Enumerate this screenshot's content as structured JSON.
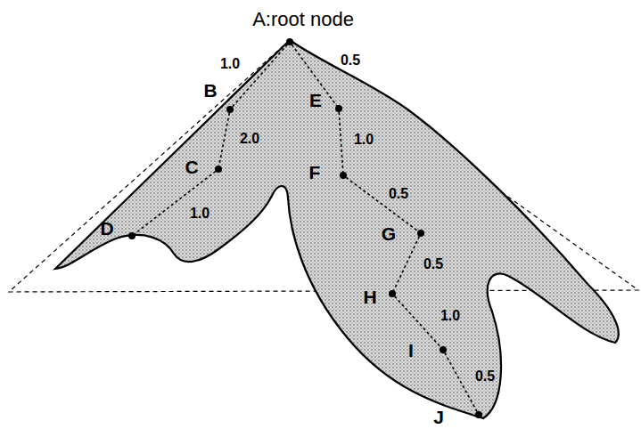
{
  "diagram": {
    "nodes": [
      {
        "text": [
          "A:root node"
        ]
      },
      {
        "text": [
          "B"
        ]
      },
      {
        "text": [
          "C"
        ]
      },
      {
        "text": [
          "D"
        ]
      },
      {
        "text": [
          "E"
        ]
      },
      {
        "text": [
          "F"
        ]
      },
      {
        "text": [
          "G"
        ]
      },
      {
        "text": [
          "H"
        ]
      },
      {
        "text": [
          "I"
        ]
      },
      {
        "text": [
          "J"
        ]
      }
    ],
    "edges": [
      {
        "from": 0,
        "to": 1,
        "label": "1.0",
        "arrow": "none"
      },
      {
        "from": 1,
        "to": 2,
        "label": "2.0",
        "arrow": "none"
      },
      {
        "from": 2,
        "to": 3,
        "label": "1.0",
        "arrow": "none"
      },
      {
        "from": 0,
        "to": 4,
        "label": "0.5",
        "arrow": "none"
      },
      {
        "from": 4,
        "to": 5,
        "label": "1.0",
        "arrow": "none"
      },
      {
        "from": 5,
        "to": 6,
        "label": "0.5",
        "arrow": "none"
      },
      {
        "from": 6,
        "to": 7,
        "label": "0.5",
        "arrow": "none"
      },
      {
        "from": 7,
        "to": 8,
        "label": "1.0",
        "arrow": "none"
      },
      {
        "from": 8,
        "to": 9,
        "label": "0.5",
        "arrow": "none"
      }
    ]
  }
}
